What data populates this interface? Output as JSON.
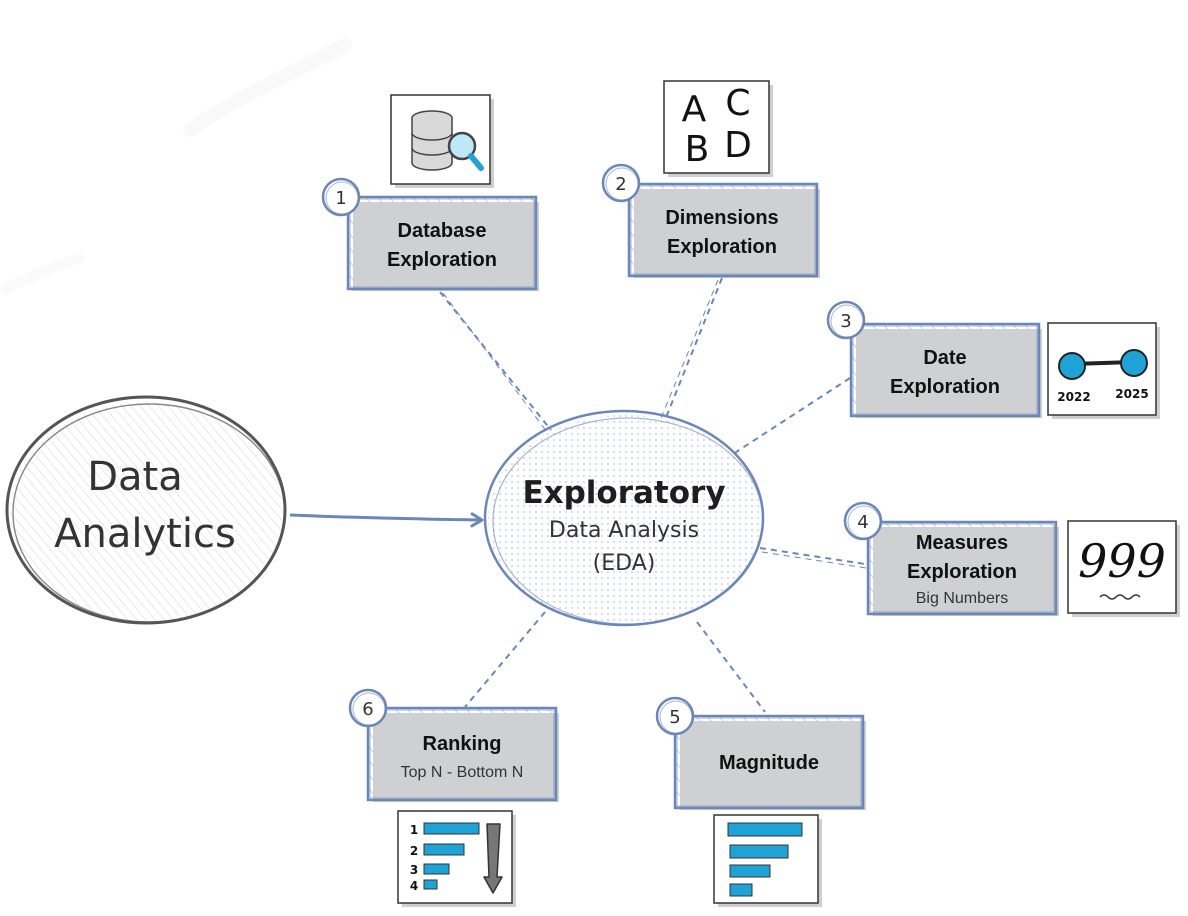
{
  "colors": {
    "stroke": "#6b86b8",
    "hatch": "#b9c9e6",
    "shadow": "#c9c9c9",
    "icon_blue": "#1fa3d6",
    "ink": "#222222",
    "grey": "#555555"
  },
  "main_node": {
    "line1": "Data",
    "line2": "Analytics"
  },
  "center_node": {
    "title": "Exploratory",
    "subtitle": "Data Analysis",
    "abbr": "(EDA)"
  },
  "steps": [
    {
      "number": "1",
      "title_line1": "Database",
      "title_line2": "Exploration",
      "subtitle": "",
      "icon": "database-search-icon"
    },
    {
      "number": "2",
      "title_line1": "Dimensions",
      "title_line2": "Exploration",
      "subtitle": "",
      "icon": "abcd-letters-icon"
    },
    {
      "number": "3",
      "title_line1": "Date",
      "title_line2": "Exploration",
      "subtitle": "",
      "icon": "date-range-icon"
    },
    {
      "number": "4",
      "title_line1": "Measures",
      "title_line2": "Exploration",
      "subtitle": "Big Numbers",
      "icon": "big-number-icon"
    },
    {
      "number": "5",
      "title_line1": "Magnitude",
      "title_line2": "",
      "subtitle": "",
      "icon": "bar-chart-icon"
    },
    {
      "number": "6",
      "title_line1": "Ranking",
      "title_line2": "",
      "subtitle": "Top N - Bottom N",
      "icon": "ranking-list-icon"
    }
  ],
  "icons": {
    "abcd": {
      "a": "A",
      "c": "C",
      "b": "B",
      "d": "D"
    },
    "date": {
      "start": "2022",
      "end": "2025"
    },
    "big_number": {
      "value": "999"
    },
    "ranking": {
      "r1": "1",
      "r2": "2",
      "r3": "3",
      "r4": "4"
    }
  }
}
